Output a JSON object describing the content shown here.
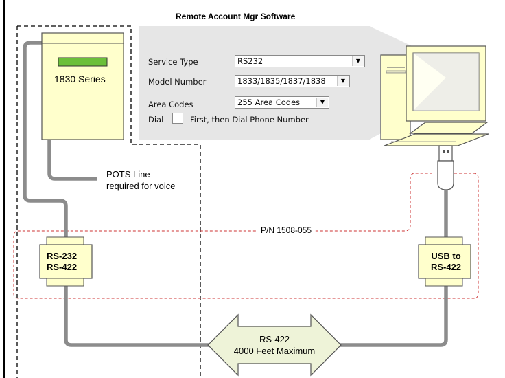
{
  "software_title": "Remote Account Mgr Software",
  "form": {
    "service_type": {
      "label": "Service Type",
      "value": "RS232"
    },
    "model_number": {
      "label": "Model Number",
      "value": "1833/1835/1837/1838"
    },
    "area_codes": {
      "label": "Area Codes",
      "value": "255 Area Codes"
    },
    "dial": {
      "label": "Dial",
      "suffix": "First, then Dial Phone Number"
    }
  },
  "panel": {
    "name": "1830 Series",
    "display_color": "#6bbf3a",
    "body_color": "#ffffcc"
  },
  "pots": {
    "line1": "POTS Line",
    "line2": "required for voice"
  },
  "part_number": "P/N 1508-055",
  "left_connector": {
    "line1": "RS-232",
    "line2": "RS-422"
  },
  "right_connector": {
    "line1": "USB to",
    "line2": "RS-422"
  },
  "link": {
    "line1": "RS-422",
    "line2": "4000 Feet Maximum"
  },
  "colors": {
    "cable": "#8c8c8c",
    "connector": "#ffffcc",
    "dashed_red": "#cc3333",
    "screen": "#e6e6e6",
    "computer": "#ffffcc",
    "arrow": "#eef3d8"
  },
  "icons": {
    "computer": "desktop-computer-icon",
    "usb": "usb-plug-icon"
  }
}
